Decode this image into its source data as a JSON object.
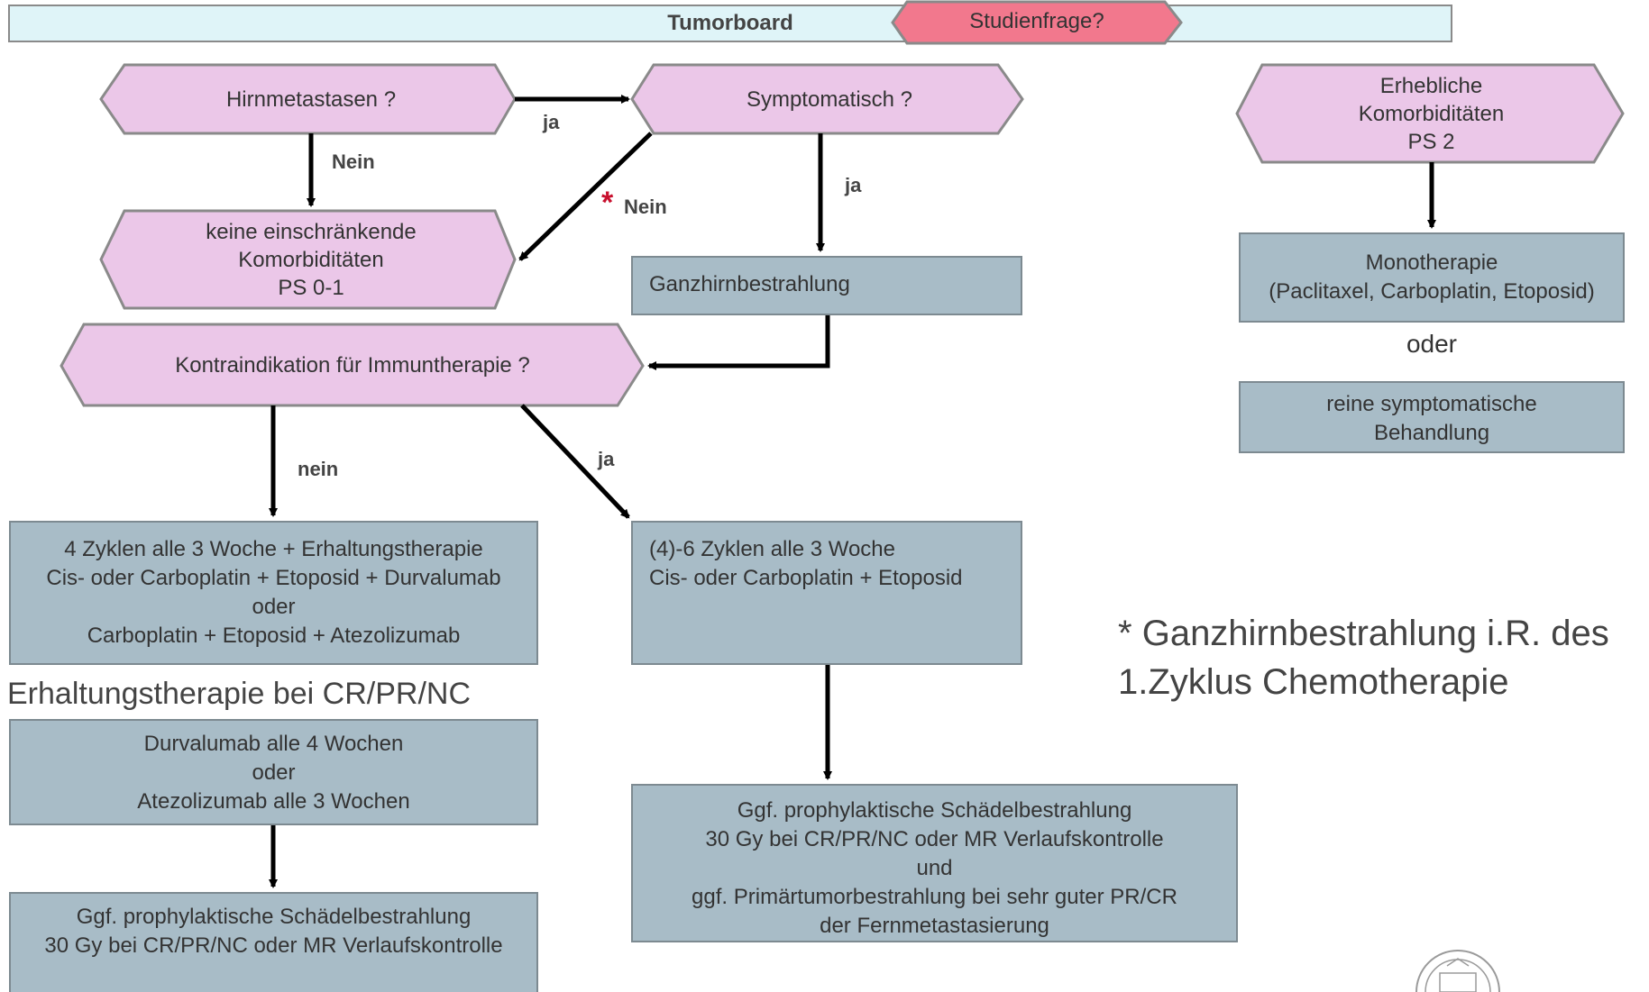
{
  "header": {
    "title": "Tumorboard",
    "study_question": "Studienfrage?"
  },
  "decisions": {
    "brain_metastases": "Hirnmetastasen ?",
    "symptomatic": "Symptomatisch ?",
    "no_comorbidities": [
      "keine einschränkende",
      "Komorbiditäten",
      "PS 0-1"
    ],
    "immunotherapy_contraindication": "Kontraindikation für Immuntherapie ?",
    "significant_comorbidities": [
      "Erhebliche",
      "Komorbiditäten",
      "PS 2"
    ]
  },
  "edge_labels": {
    "ja_top": "ja",
    "nein_left": "Nein",
    "star": "*",
    "nein_star": "Nein",
    "ja_symptomatic": "ja",
    "nein_immuno": "nein",
    "ja_immuno": "ja"
  },
  "treatments": {
    "whole_brain": "Ganzhirnbestrahlung",
    "monotherapy": [
      "Monotherapie",
      "(Paclitaxel, Carboplatin, Etoposid)"
    ],
    "oder_right": "oder",
    "symptomatic_only": [
      "reine symptomatische",
      "Behandlung"
    ],
    "four_cycles": [
      "4 Zyklen alle 3 Woche + Erhaltungstherapie",
      "Cis- oder Carboplatin + Etoposid + Durvalumab",
      "oder",
      "Carboplatin + Etoposid + Atezolizumab"
    ],
    "four_six_cycles": [
      "(4)-6 Zyklen alle 3 Woche",
      "Cis- oder Carboplatin + Etoposid"
    ],
    "maintenance_heading": "Erhaltungstherapie bei CR/PR/NC",
    "maintenance": [
      "Durvalumab alle 4 Wochen",
      "oder",
      "Atezolizumab alle 3 Wochen"
    ],
    "pci_left": [
      "Ggf. prophylaktische Schädelbestrahlung",
      "30 Gy bei CR/PR/NC oder MR Verlaufskontrolle"
    ],
    "pci_right": [
      "Ggf. prophylaktische Schädelbestrahlung",
      "30 Gy bei CR/PR/NC oder MR Verlaufskontrolle",
      "und",
      "ggf. Primärtumorbestrahlung bei sehr guter PR/CR",
      "der Fernmetastasierung"
    ]
  },
  "footnote": {
    "star": "*",
    "lines": [
      "Ganzhirnbestrahlung i.R. des",
      "1.Zyklus Chemotherapie"
    ]
  },
  "colors": {
    "header_bg": "#dff4f8",
    "study_bg": "#f2788d",
    "decision_bg": "#ebc7e8",
    "treatment_bg": "#a8bcc7",
    "star": "#c8102e"
  }
}
